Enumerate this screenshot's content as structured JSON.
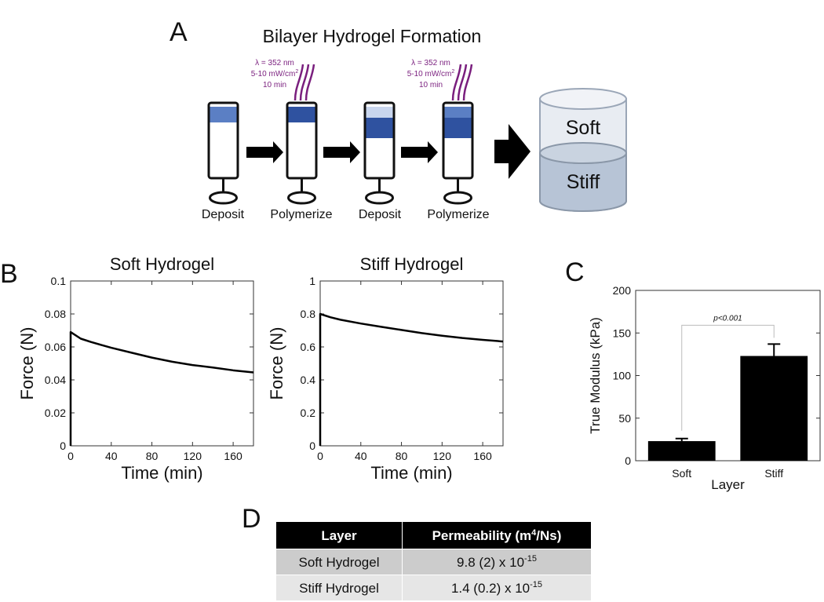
{
  "panel_labels": {
    "a": "A",
    "b": "B",
    "c": "C",
    "d": "D"
  },
  "process": {
    "title": "Bilayer Hydrogel Formation",
    "uv_lines": [
      "λ = 352 nm",
      "5-10 mW/cm",
      "10 min"
    ],
    "uv_superscript": "2",
    "steps": [
      "Deposit",
      "Polymerize",
      "Deposit",
      "Polymerize"
    ],
    "result_layers": {
      "top": "Soft",
      "bottom": "Stiff"
    },
    "colors": {
      "gel": "#5b7fc4",
      "gel_dark": "#2f52a0",
      "gel_light": "#c9d6ee",
      "uv": "#7a1f7e",
      "result_top": "#e8ecf2",
      "result_bottom": "#b7c4d6"
    }
  },
  "chart_data": [
    {
      "type": "line",
      "title": "Soft Hydrogel",
      "xlabel": "Time (min)",
      "ylabel": "Force (N)",
      "xlim": [
        0,
        180
      ],
      "ylim": [
        0,
        0.1
      ],
      "xticks": [
        0,
        40,
        80,
        120,
        160
      ],
      "yticks": [
        0,
        0.02,
        0.04,
        0.06,
        0.08,
        0.1
      ],
      "ytick_labels": [
        "0",
        "0.02",
        "0.04",
        "0.06",
        "0.08",
        "0.1"
      ],
      "x": [
        0,
        10,
        20,
        30,
        40,
        60,
        80,
        100,
        120,
        140,
        160,
        180
      ],
      "y": [
        0.069,
        0.065,
        0.063,
        0.0612,
        0.0595,
        0.0565,
        0.0535,
        0.051,
        0.049,
        0.0475,
        0.0458,
        0.0445
      ]
    },
    {
      "type": "line",
      "title": "Stiff Hydrogel",
      "xlabel": "Time (min)",
      "ylabel": "Force (N)",
      "xlim": [
        0,
        180
      ],
      "ylim": [
        0,
        1
      ],
      "xticks": [
        0,
        40,
        80,
        120,
        160
      ],
      "yticks": [
        0,
        0.2,
        0.4,
        0.6,
        0.8,
        1
      ],
      "ytick_labels": [
        "0",
        "0.2",
        "0.4",
        "0.6",
        "0.8",
        "1"
      ],
      "x": [
        0,
        10,
        20,
        40,
        60,
        80,
        100,
        120,
        140,
        160,
        180
      ],
      "y": [
        0.8,
        0.78,
        0.765,
        0.742,
        0.722,
        0.703,
        0.684,
        0.668,
        0.654,
        0.643,
        0.633
      ]
    },
    {
      "type": "bar",
      "categories": [
        "Soft",
        "Stiff"
      ],
      "values": [
        23,
        123
      ],
      "errors": [
        3,
        14
      ],
      "xlabel": "Layer",
      "ylabel": "True Modulus (kPa)",
      "ylim": [
        0,
        200
      ],
      "yticks": [
        0,
        50,
        100,
        150,
        200
      ],
      "annotation": "p<0.001"
    }
  ],
  "permeability_table": {
    "headers": [
      "Layer",
      "Permeability (m",
      "4",
      "/Ns)"
    ],
    "rows": [
      {
        "layer": "Soft Hydrogel",
        "value": "9.8 (2) x 10",
        "exp": "-15"
      },
      {
        "layer": "Stiff Hydrogel",
        "value": "1.4 (0.2) x 10",
        "exp": "-15"
      }
    ],
    "colors": {
      "header": "#000000",
      "row1": "#cccccc",
      "row2": "#e6e6e6"
    }
  }
}
